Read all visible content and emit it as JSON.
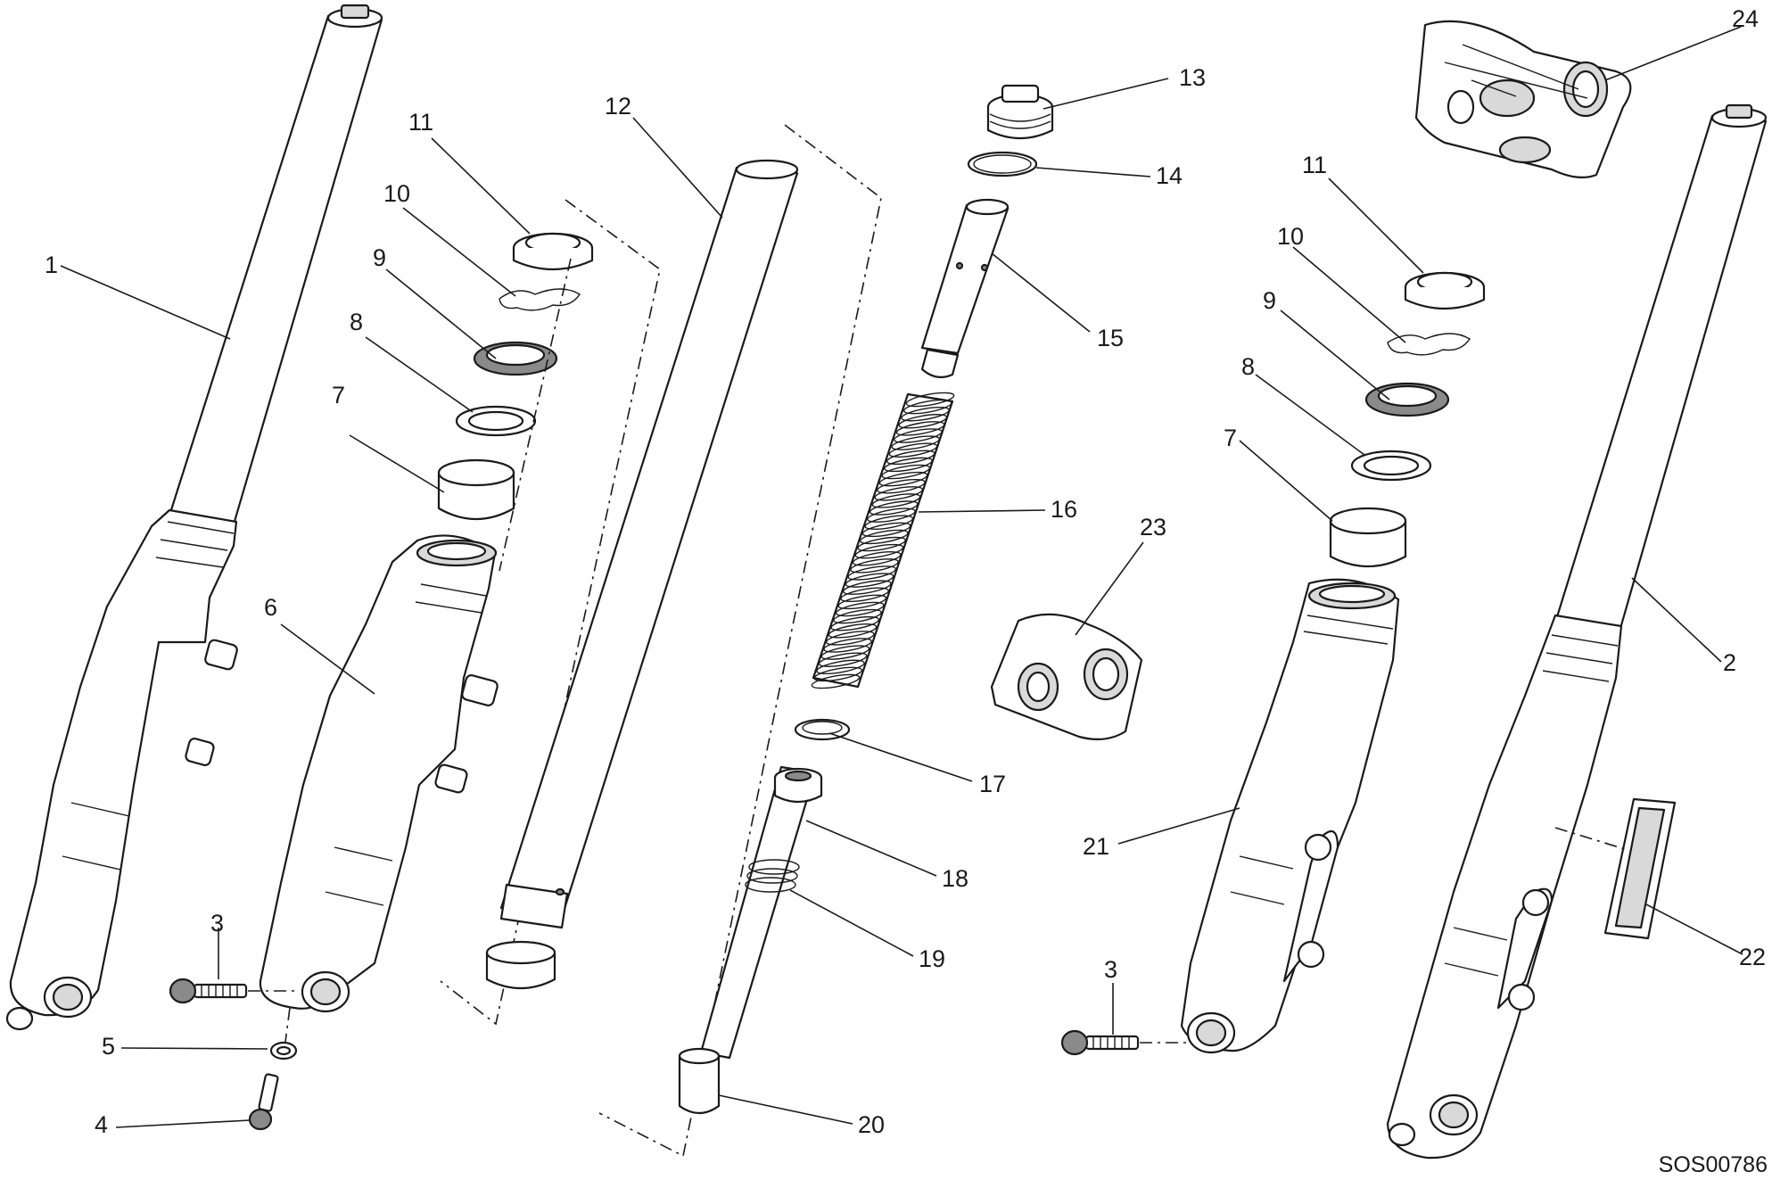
{
  "drawing_ref": "SOS00786",
  "callouts": [
    {
      "id": "1",
      "label": "1"
    },
    {
      "id": "2",
      "label": "2"
    },
    {
      "id": "3a",
      "label": "3"
    },
    {
      "id": "3b",
      "label": "3"
    },
    {
      "id": "4",
      "label": "4"
    },
    {
      "id": "5",
      "label": "5"
    },
    {
      "id": "6",
      "label": "6"
    },
    {
      "id": "7a",
      "label": "7"
    },
    {
      "id": "7b",
      "label": "7"
    },
    {
      "id": "8a",
      "label": "8"
    },
    {
      "id": "8b",
      "label": "8"
    },
    {
      "id": "9a",
      "label": "9"
    },
    {
      "id": "9b",
      "label": "9"
    },
    {
      "id": "10a",
      "label": "10"
    },
    {
      "id": "10b",
      "label": "10"
    },
    {
      "id": "11a",
      "label": "11"
    },
    {
      "id": "11b",
      "label": "11"
    },
    {
      "id": "12",
      "label": "12"
    },
    {
      "id": "13",
      "label": "13"
    },
    {
      "id": "14",
      "label": "14"
    },
    {
      "id": "15",
      "label": "15"
    },
    {
      "id": "16",
      "label": "16"
    },
    {
      "id": "17",
      "label": "17"
    },
    {
      "id": "18",
      "label": "18"
    },
    {
      "id": "19",
      "label": "19"
    },
    {
      "id": "20",
      "label": "20"
    },
    {
      "id": "21",
      "label": "21"
    },
    {
      "id": "22",
      "label": "22"
    },
    {
      "id": "23",
      "label": "23"
    },
    {
      "id": "24",
      "label": "24"
    }
  ]
}
